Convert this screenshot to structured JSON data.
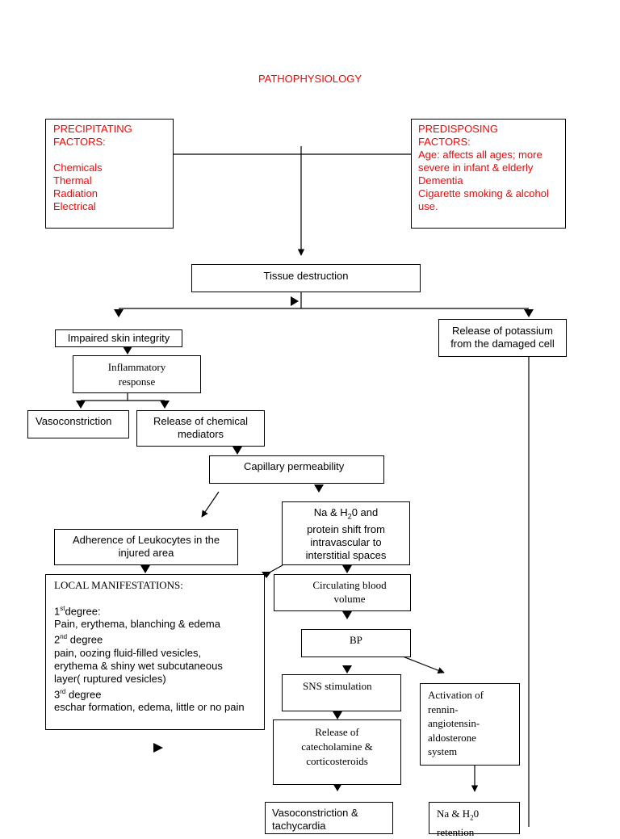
{
  "title": "PATHOPHYSIOLOGY",
  "precipitating": {
    "heading": [
      "PRECIPITATING",
      "FACTORS:"
    ],
    "items": [
      "Chemicals",
      "Thermal",
      "Radiation",
      "Electrical"
    ]
  },
  "predisposing": {
    "heading": [
      "PREDISPOSING",
      "FACTORS:"
    ],
    "items": [
      "Age: affects all ages; more",
      "severe in infant & elderly",
      "Dementia",
      "Cigarette smoking & alcohol",
      "use."
    ]
  },
  "tissue_destruction": "Tissue destruction",
  "impaired_skin": "Impaired skin integrity",
  "potassium": [
    "Release of potassium",
    "from the damaged cell"
  ],
  "inflammatory": [
    "Inflammatory",
    "response"
  ],
  "vasoconstriction": "Vasoconstriction",
  "chemical_mediators": [
    "Release of chemical",
    "mediators"
  ],
  "capillary": "Capillary permeability",
  "leukocytes": [
    "Adherence of Leukocytes in the",
    "injured area"
  ],
  "na_shift": {
    "line1_a": "Na & H",
    "line1_sub": "2",
    "line1_b": "0 and",
    "rest": [
      "protein shift from",
      "intravascular to",
      "interstitial spaces"
    ]
  },
  "local": {
    "heading": "LOCAL MANIFESTATIONS:",
    "first_num": "1",
    "first_sup": "st",
    "first_word": "degree:",
    "first_desc": "Pain, erythema, blanching & edema",
    "second_num": "2",
    "second_sup": "nd",
    "second_word": " degree",
    "second_desc": [
      "pain, oozing fluid-filled vesicles,",
      "erythema & shiny wet subcutaneous",
      "layer( ruptured vesicles)"
    ],
    "third_num": "3",
    "third_sup": "rd",
    "third_word": " degree",
    "third_desc": "eschar formation, edema, little or no pain"
  },
  "circulating": [
    "Circulating blood",
    "volume"
  ],
  "bp": "BP",
  "sns": "SNS stimulation",
  "rennin": [
    "Activation of",
    "rennin-",
    "angiotensin-",
    "aldosterone",
    "system"
  ],
  "catecholamine": [
    "Release of",
    "catecholamine &",
    "corticosteroids"
  ],
  "vaso_tachy": [
    "Vasoconstriction &",
    "tachycardia"
  ],
  "na_retention": {
    "a": "Na & H",
    "sub": "2",
    "b": "0",
    "line2": "retention"
  }
}
